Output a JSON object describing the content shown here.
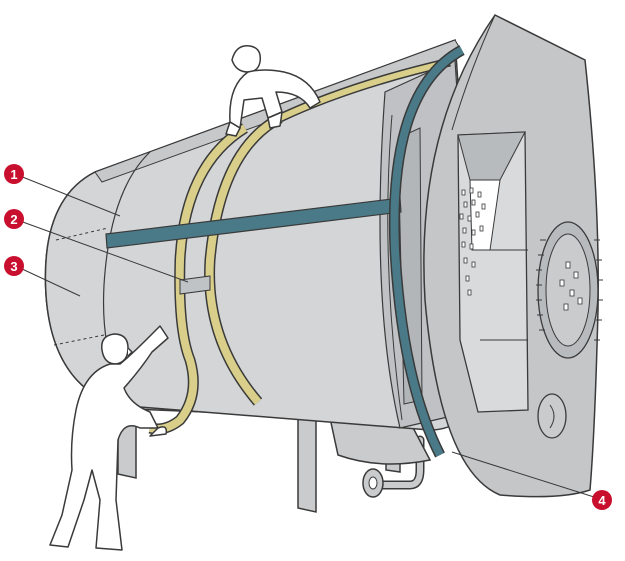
{
  "colors": {
    "callout": "#c8102e",
    "drum_body": "#d3d5d7",
    "drum_dark": "#b5b8bb",
    "end_plate": "#c4c6c8",
    "outline": "#3a3a3a",
    "teal_band": "#4a7a87",
    "tan_band": "#d9cf8a",
    "support": "#c9cbcd"
  },
  "callouts": [
    {
      "number": "1"
    },
    {
      "number": "2"
    },
    {
      "number": "3"
    },
    {
      "number": "4"
    }
  ]
}
